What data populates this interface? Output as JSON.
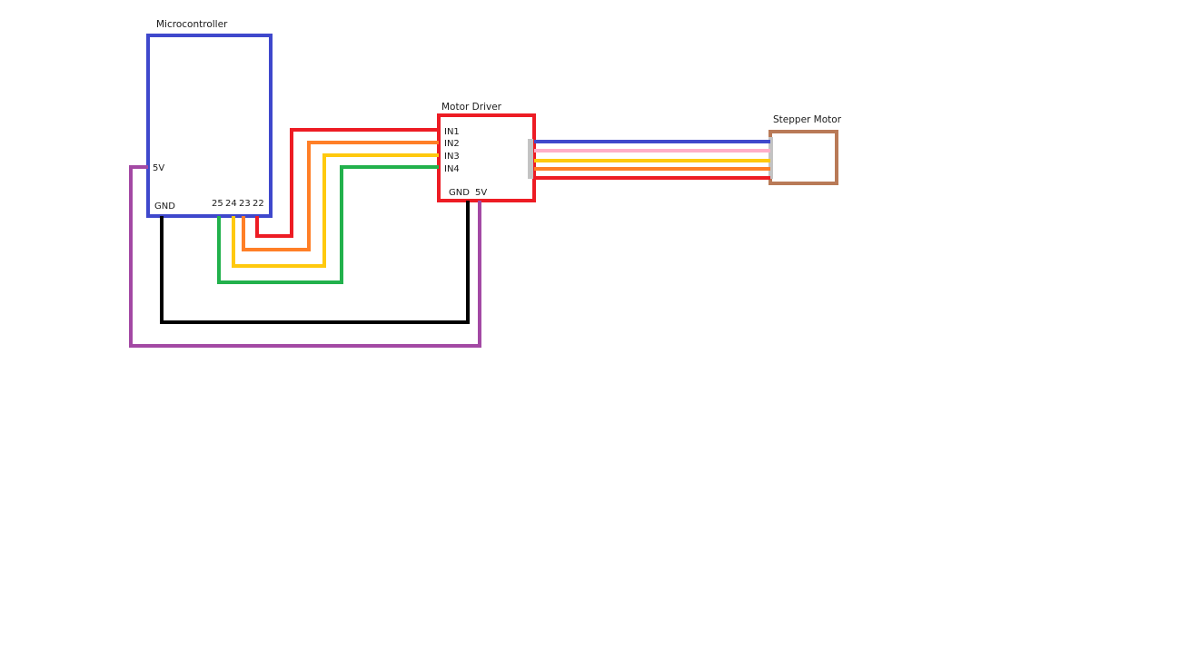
{
  "diagram": {
    "components": {
      "microcontroller": {
        "title": "Microcontroller",
        "pins": {
          "v5": "5V",
          "gnd": "GND",
          "p25": "25",
          "p24": "24",
          "p23": "23",
          "p22": "22"
        },
        "border_color": "#3f48cc"
      },
      "motor_driver": {
        "title": "Motor Driver",
        "pins": {
          "in1": "IN1",
          "in2": "IN2",
          "in3": "IN3",
          "in4": "IN4",
          "gnd": "GND",
          "v5": "5V"
        },
        "border_color": "#ed1c24"
      },
      "stepper_motor": {
        "title": "Stepper Motor",
        "border_color": "#b97a57"
      }
    },
    "wire_colors": {
      "red": "#ed1c24",
      "orange": "#ff7f27",
      "yellow": "#ffc90e",
      "green": "#22b14c",
      "black": "#000000",
      "purple": "#a349a4",
      "blue": "#3f48cc",
      "pink": "#ffaec9",
      "connector": "#c3c3c3"
    }
  }
}
